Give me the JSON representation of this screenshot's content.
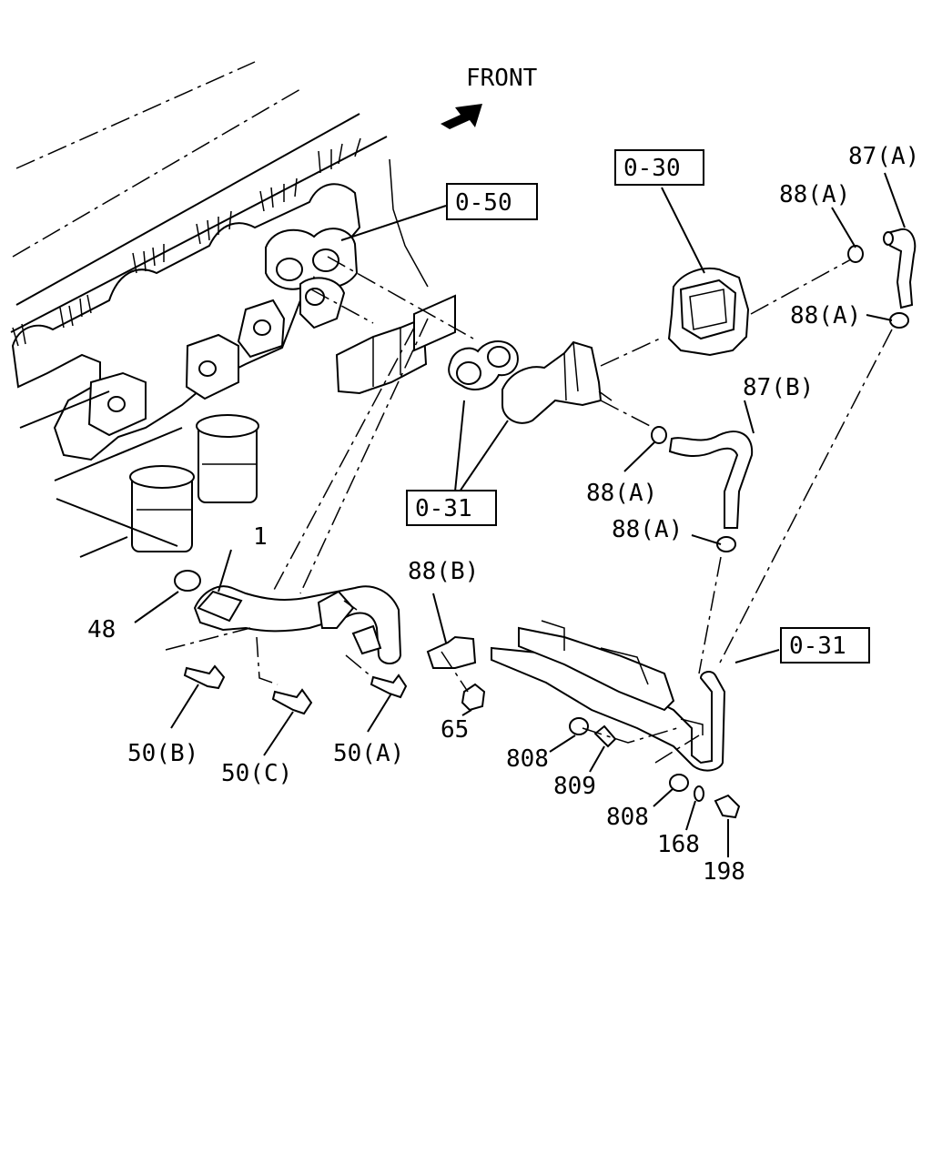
{
  "front_label": "FRONT",
  "refs": {
    "r050": "0-50",
    "r030": "0-30",
    "r031a": "0-31",
    "r031b": "0-31"
  },
  "labels": {
    "p87a": "87(A)",
    "p88a1": "88(A)",
    "p88a2": "88(A)",
    "p87b": "87(B)",
    "p88a3": "88(A)",
    "p88a4": "88(A)",
    "p1": "1",
    "p48": "48",
    "p88b": "88(B)",
    "p50b": "50(B)",
    "p50c": "50(C)",
    "p50a": "50(A)",
    "p65": "65",
    "p808a": "808",
    "p809": "809",
    "p808b": "808",
    "p168": "168",
    "p198": "198"
  },
  "icons": {
    "front_arrow": "front-arrow-icon"
  }
}
